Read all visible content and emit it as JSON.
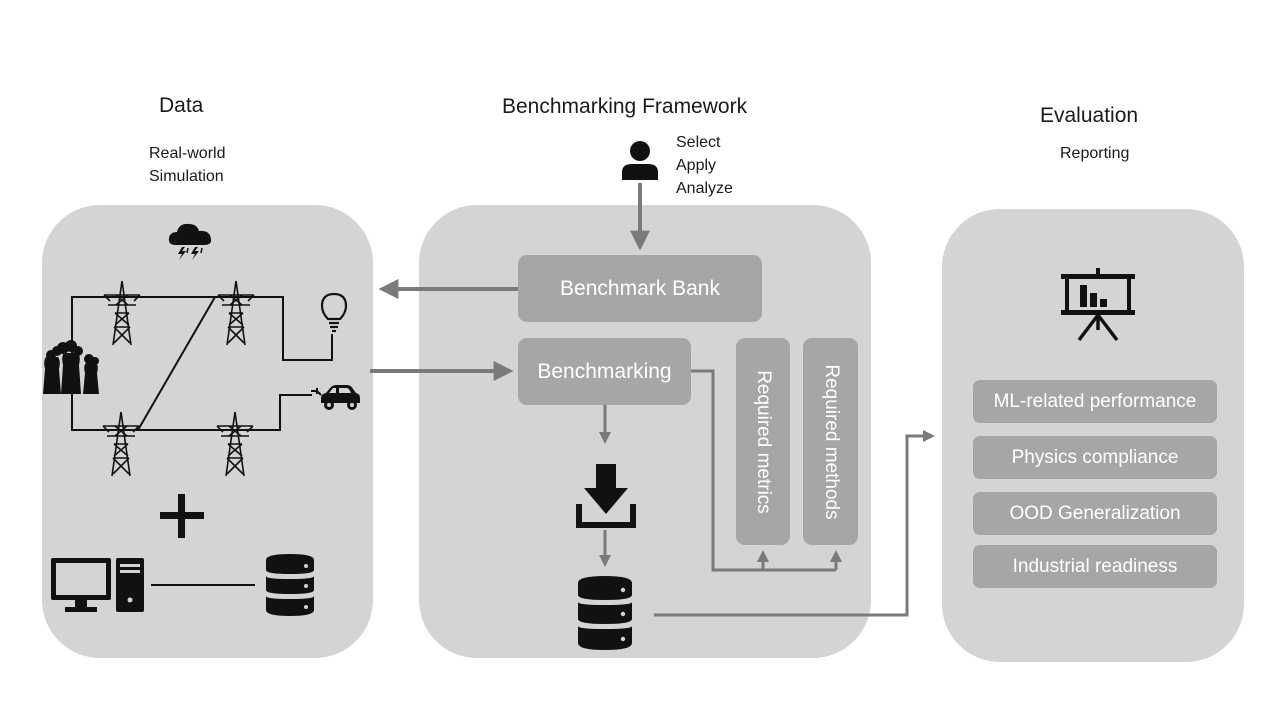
{
  "data_section": {
    "title": "Data",
    "subtitle_lines": [
      "Real-world",
      "Simulation"
    ]
  },
  "framework_section": {
    "title": "Benchmarking Framework",
    "user_actions": [
      "Select",
      "Apply",
      "Analyze"
    ],
    "benchmark_bank_label": "Benchmark Bank",
    "benchmarking_label": "Benchmarking",
    "required_metrics_label": "Required metrics",
    "required_methods_label": "Required methods"
  },
  "evaluation_section": {
    "title": "Evaluation",
    "subtitle": "Reporting",
    "items": [
      "ML-related performance",
      "Physics compliance",
      "OOD Generalization",
      "Industrial readiness"
    ]
  },
  "colors": {
    "panel": "#d4d4d4",
    "box": "#a6a6a6",
    "arrow": "#7a7a7a",
    "icon": "#111111"
  }
}
